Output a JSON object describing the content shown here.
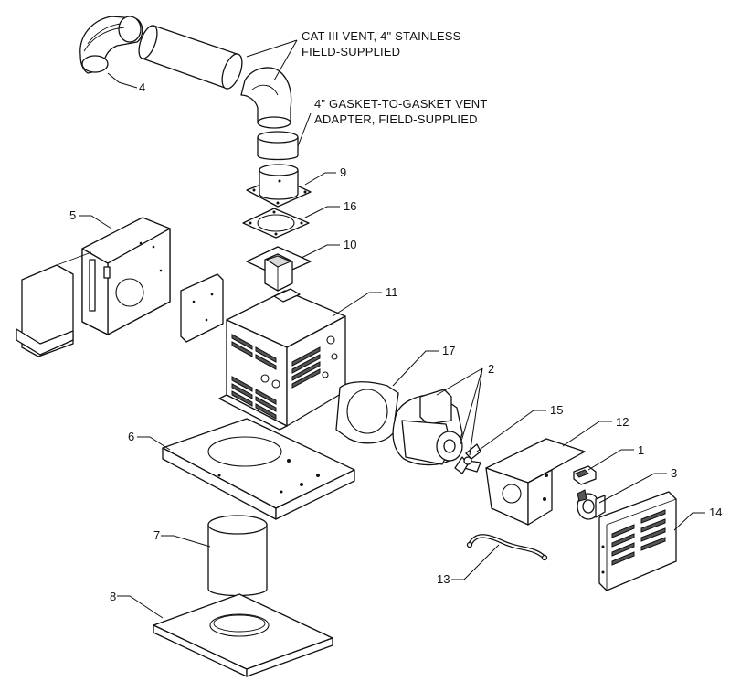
{
  "callouts": {
    "vent_note_line1": "CAT III VENT, 4\" STAINLESS",
    "vent_note_line2": "FIELD-SUPPLIED",
    "adapter_note_line1": "4\" GASKET-TO-GASKET VENT",
    "adapter_note_line2": "ADAPTER, FIELD-SUPPLIED"
  },
  "part_numbers": {
    "p1": "1",
    "p2": "2",
    "p3": "3",
    "p4": "4",
    "p5": "5",
    "p6": "6",
    "p7": "7",
    "p8": "8",
    "p9": "9",
    "p10": "10",
    "p11": "11",
    "p12": "12",
    "p13": "13",
    "p14": "14",
    "p15": "15",
    "p16": "16",
    "p17": "17"
  }
}
